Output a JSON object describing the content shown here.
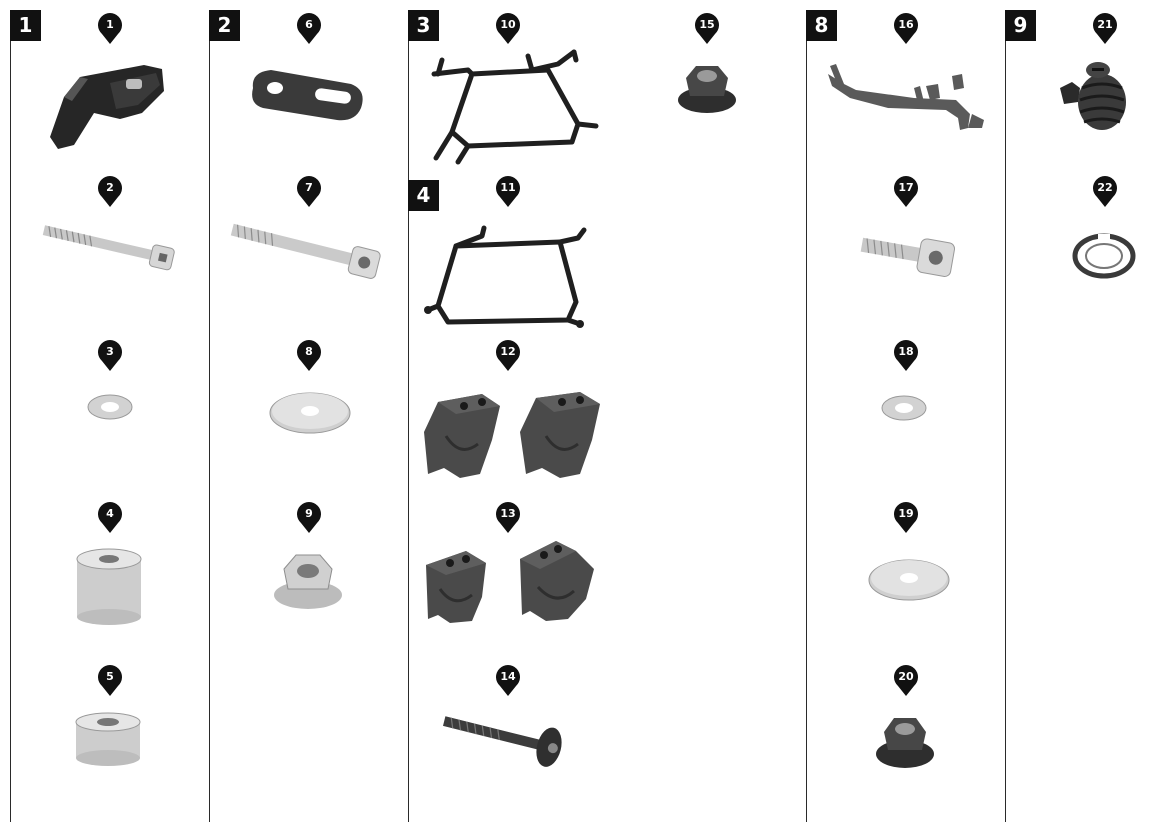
{
  "sections": [
    {
      "label": "1"
    },
    {
      "label": "2"
    },
    {
      "label": "3"
    },
    {
      "label": "4"
    },
    {
      "label": "8"
    },
    {
      "label": "9"
    }
  ],
  "markers": [
    "1",
    "2",
    "3",
    "4",
    "5",
    "6",
    "7",
    "8",
    "9",
    "10",
    "11",
    "12",
    "13",
    "14",
    "15",
    "16",
    "17",
    "18",
    "19",
    "20",
    "21",
    "22"
  ],
  "colors": {
    "ink": "#111111",
    "metal": "#d4d4d4",
    "dark_part": "#3c3c3c",
    "rubber": "#4a4a4a"
  }
}
